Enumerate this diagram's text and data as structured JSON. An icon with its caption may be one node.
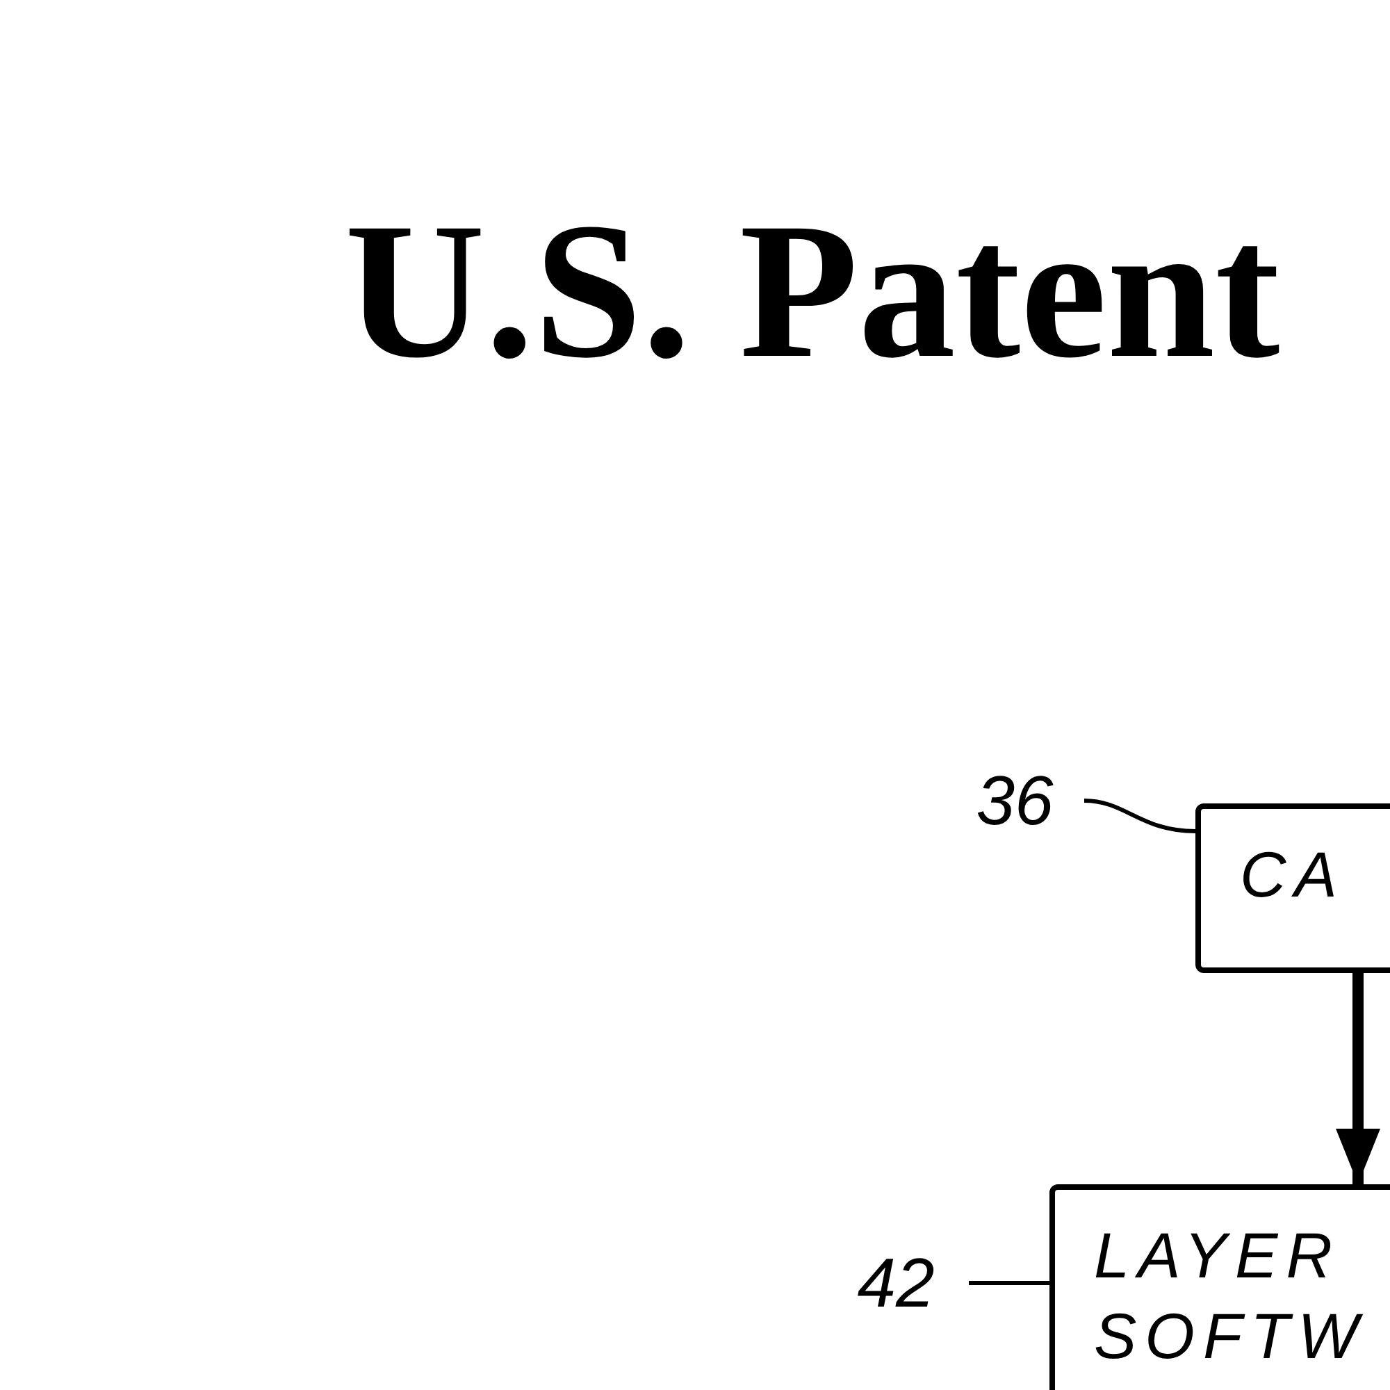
{
  "diagram": {
    "title": "U.S. Patent",
    "nodes": [
      {
        "text": [
          "CA"
        ]
      },
      {
        "text": [
          "LAYER SOFTW"
        ]
      },
      {
        "text": [
          "36"
        ]
      },
      {
        "text": [
          "42"
        ]
      }
    ],
    "edges": [
      {
        "from": 0,
        "to": 1,
        "arrow": "to",
        "style": "thick"
      },
      {
        "from": 2,
        "to": 0,
        "arrow": "none"
      },
      {
        "from": 3,
        "to": 1,
        "arrow": "none"
      }
    ]
  }
}
